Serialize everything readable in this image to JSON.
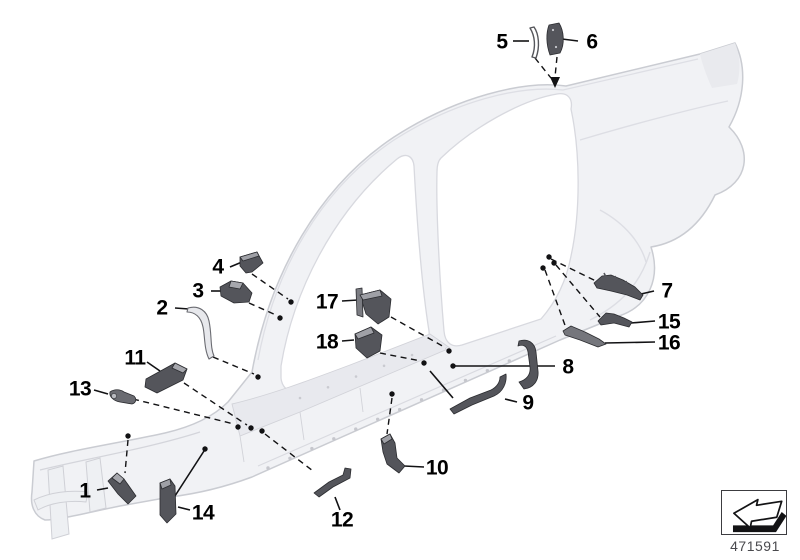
{
  "diagram": {
    "description": "Cavity sealing / shaped parts on vehicle body side frame exploded-parts line drawing",
    "callouts": [
      {
        "label": "1"
      },
      {
        "label": "2"
      },
      {
        "label": "3"
      },
      {
        "label": "4"
      },
      {
        "label": "5"
      },
      {
        "label": "6"
      },
      {
        "label": "7"
      },
      {
        "label": "8"
      },
      {
        "label": "9"
      },
      {
        "label": "10"
      },
      {
        "label": "11"
      },
      {
        "label": "12"
      },
      {
        "label": "13"
      },
      {
        "label": "14"
      },
      {
        "label": "15"
      },
      {
        "label": "16"
      },
      {
        "label": "17"
      },
      {
        "label": "18"
      }
    ],
    "footer": {
      "part_number": "471591",
      "icon": "direction-arrow-icon"
    }
  },
  "colors": {
    "background": "#ffffff",
    "body_outline": "#caccd2",
    "body_fill": "#f1f2f5",
    "part_fill": "#54555b",
    "callout_text": "#000000",
    "leader_line": "#121214"
  }
}
